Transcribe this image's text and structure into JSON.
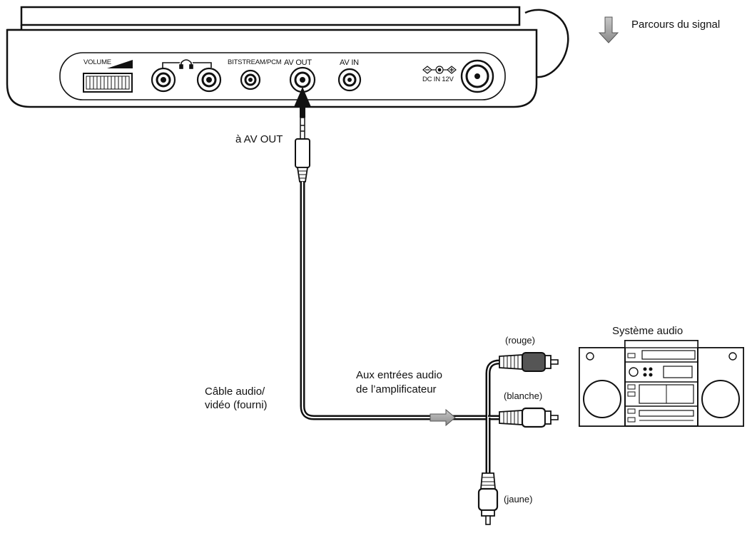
{
  "legend": {
    "label": "Parcours du signal",
    "icon": "down-arrow-icon",
    "color": "#9a9a9a"
  },
  "device_panel": {
    "volume_label": "VOLUME",
    "headphone_icon": "headphone-icon",
    "bitstream_label": "BITSTREAM/PCM",
    "av_out_label": "AV OUT",
    "av_in_label": "AV IN",
    "dc_in_label": "DC IN 12V"
  },
  "labels": {
    "to_av_out": "à AV OUT",
    "cable_line1": "Câble audio/",
    "cable_line2": "vidéo (fourni)",
    "amp_line1": "Aux entrées audio",
    "amp_line2": "de l’amplificateur",
    "red": "(rouge)",
    "white": "(blanche)",
    "yellow": "(jaune)",
    "audio_system": "Système audio"
  }
}
